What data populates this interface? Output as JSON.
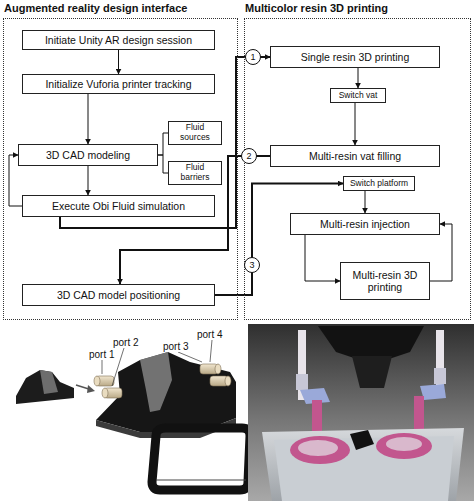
{
  "diagram": {
    "nodes": [
      {
        "text": [
          "Augmented reality design interface"
        ]
      },
      {
        "text": [
          "Initiate Unity AR design session"
        ],
        "in": 0
      },
      {
        "text": [
          "Initialize Vuforia printer tracking"
        ],
        "in": 0
      },
      {
        "text": [
          "3D CAD modeling"
        ],
        "in": 0
      },
      {
        "text": [
          "Fluid sources"
        ],
        "in": 0
      },
      {
        "text": [
          "Fluid barriers"
        ],
        "in": 0
      },
      {
        "text": [
          "Execute Obi Fluid simulation"
        ],
        "in": 0
      },
      {
        "text": [
          "3D CAD model positioning"
        ],
        "in": 0
      },
      {
        "text": [
          "Multicolor resin 3D printing"
        ]
      },
      {
        "text": [
          "Single resin 3D printing"
        ],
        "in": 8
      },
      {
        "text": [
          "Switch vat"
        ],
        "in": 8
      },
      {
        "text": [
          "Multi-resin vat filling"
        ],
        "in": 8
      },
      {
        "text": [
          "Switch platform"
        ],
        "in": 8
      },
      {
        "text": [
          "Multi-resin injection"
        ],
        "in": 8
      },
      {
        "text": [
          "Multi-resin 3D printing"
        ],
        "in": 8
      }
    ],
    "edges": [
      {
        "from": 1,
        "to": 2,
        "arrow": "to"
      },
      {
        "from": 2,
        "to": 3,
        "arrow": "to"
      },
      {
        "from": 3,
        "to": 4,
        "arrow": "none"
      },
      {
        "from": 3,
        "to": 5,
        "arrow": "none"
      },
      {
        "from": 3,
        "to": 6,
        "arrow": "to"
      },
      {
        "from": 6,
        "to": 3,
        "arrow": "to"
      },
      {
        "from": 6,
        "to": 9,
        "label": "1",
        "arrow": "to"
      },
      {
        "from": 11,
        "to": 7,
        "label": "2",
        "arrow": "to"
      },
      {
        "from": 7,
        "to": 12,
        "label": "3",
        "arrow": "to"
      },
      {
        "from": 9,
        "to": 10,
        "arrow": "to"
      },
      {
        "from": 10,
        "to": 11,
        "arrow": "to"
      },
      {
        "from": 12,
        "to": 13,
        "arrow": "to"
      },
      {
        "from": 13,
        "to": 14,
        "arrow": "to"
      },
      {
        "from": 14,
        "to": 13,
        "arrow": "to"
      }
    ],
    "labels": [
      "port 1",
      "port 2",
      "port 3",
      "port 4"
    ]
  }
}
